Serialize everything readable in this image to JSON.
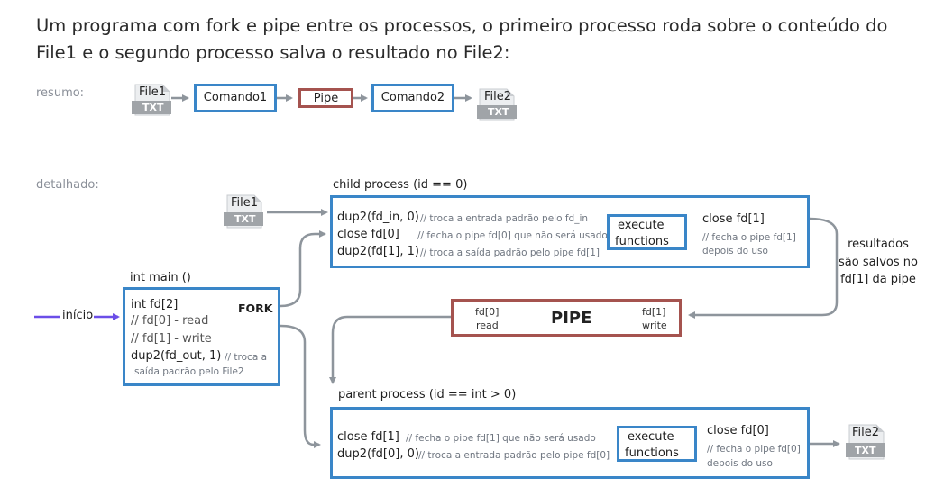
{
  "title": "Um programa com fork e pipe entre os processos, o primeiro processo roda sobre o conteúdo do File1 e o segundo processo salva o resultado no File2:",
  "labels": {
    "resumo": "resumo:",
    "detalhado": "detalhado:"
  },
  "colors": {
    "blue": "#3a86c8",
    "red": "#a5534f",
    "gray_arrow": "#8e959c",
    "purple": "#6b4ee8",
    "file_gray": "#a0a4a8"
  },
  "summary": {
    "file1": {
      "name": "File1",
      "ext": "TXT"
    },
    "cmd1": "Comando1",
    "pipe": "Pipe",
    "cmd2": "Comando2",
    "file2": {
      "name": "File2",
      "ext": "TXT"
    }
  },
  "detail": {
    "file1": {
      "name": "File1",
      "ext": "TXT"
    },
    "file2": {
      "name": "File2",
      "ext": "TXT"
    },
    "inicio": "início",
    "main": {
      "title": "int main ()",
      "line1": "int fd[2]",
      "fork": "FORK",
      "line2": "// fd[0] - read",
      "line3": "// fd[1] - write",
      "line4": "dup2(fd_out, 1)",
      "line4_comment_a": "// troca a",
      "line4_comment_b": "saída padrão pelo File2"
    },
    "child": {
      "title": "child process (id == 0)",
      "line1": "dup2(fd_in, 0)",
      "line1_comment": "// troca a entrada padrão pelo fd_in",
      "line2": "close fd[0]",
      "line2_comment": "// fecha o pipe fd[0] que não será usado",
      "line3": "dup2(fd[1], 1)",
      "line3_comment": "// troca a saída padrão pelo pipe fd[1]",
      "exec_a": "execute",
      "exec_b": "functions",
      "close": "close fd[1]",
      "close_comment_a": "// fecha o pipe fd[1]",
      "close_comment_b": "depois do uso"
    },
    "results": {
      "a": "resultados",
      "b": "são salvos no",
      "c": "fd[1] da pipe"
    },
    "pipe": {
      "label": "PIPE",
      "fd0": "fd[0]",
      "read": "read",
      "fd1": "fd[1]",
      "write": "write"
    },
    "parent": {
      "title": "parent process (id == int > 0)",
      "line1": "close fd[1]",
      "line1_comment": "// fecha o pipe fd[1] que não será usado",
      "line2": "dup2(fd[0], 0)",
      "line2_comment": "// troca a entrada padrão pelo pipe fd[0]",
      "exec_a": "execute",
      "exec_b": "functions",
      "close": "close fd[0]",
      "close_comment_a": "// fecha o pipe fd[0]",
      "close_comment_b": "depois do uso"
    }
  }
}
